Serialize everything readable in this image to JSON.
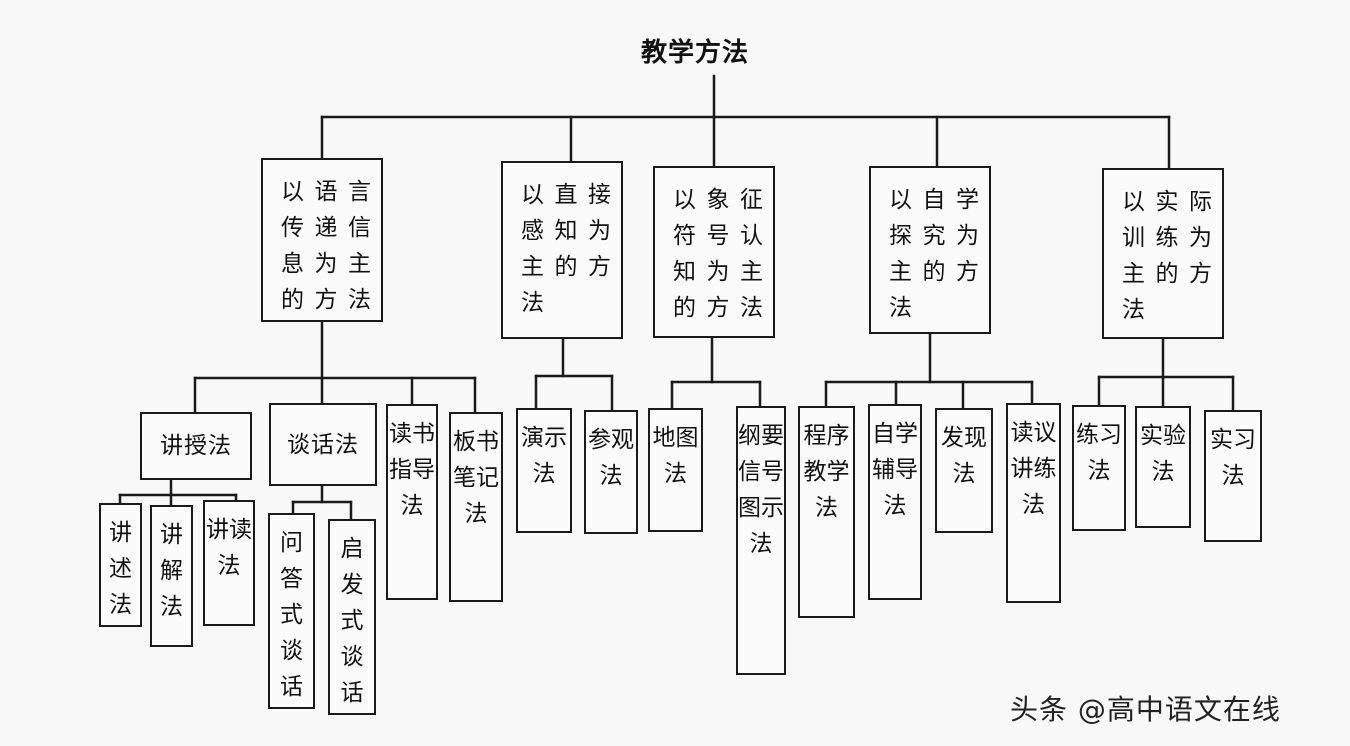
{
  "diagram": {
    "root": "教学方法",
    "categories": [
      {
        "label": "以语言传递信息为主的方法",
        "methods": [
          "讲授法",
          "谈话法",
          "读书指导法",
          "板书笔记法"
        ],
        "submethods": {
          "讲授法": [
            "讲述法",
            "讲解法",
            "讲读法"
          ],
          "谈话法": [
            "问答式谈话",
            "启发式谈话"
          ]
        }
      },
      {
        "label": "以直接感知为主的方法",
        "methods": [
          "演示法",
          "参观法"
        ]
      },
      {
        "label": "以象征符号认知为主的方法",
        "methods": [
          "地图法",
          "纲要信号图示法"
        ]
      },
      {
        "label": "以自学探究为主的方法",
        "methods": [
          "程序教学法",
          "自学辅导法",
          "发现法",
          "读议讲练法"
        ]
      },
      {
        "label": "以实际训练为主的方法",
        "methods": [
          "练习法",
          "实验法",
          "实习法"
        ]
      }
    ]
  },
  "watermark": "头条 @高中语文在线"
}
